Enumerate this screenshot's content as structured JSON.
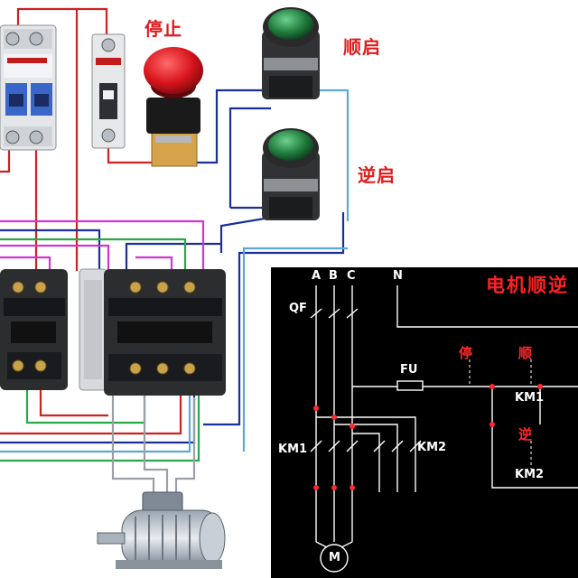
{
  "labels": {
    "stop": "停止",
    "forward_start": "顺启",
    "reverse_start": "逆启"
  },
  "schematic": {
    "title": "电机顺逆",
    "phase_a": "A",
    "phase_b": "B",
    "phase_c": "C",
    "neutral": "N",
    "breaker": "QF",
    "fuse": "FU",
    "contactor1": "KM1",
    "contactor2": "KM2",
    "stop_btn": "停",
    "fwd_btn": "顺",
    "rev_btn": "逆",
    "aux_km1": "KM1",
    "aux_km2": "KM2",
    "motor": "M"
  },
  "colors": {
    "panel_bg": "#000000",
    "wire_red": "#cc2222",
    "wire_blue": "#1a2f9a",
    "wire_lightblue": "#5ea8d8",
    "wire_green": "#2aa84a",
    "wire_magenta": "#d236d2",
    "button_red": "#d8141c",
    "button_green": "#1f7a3c"
  }
}
